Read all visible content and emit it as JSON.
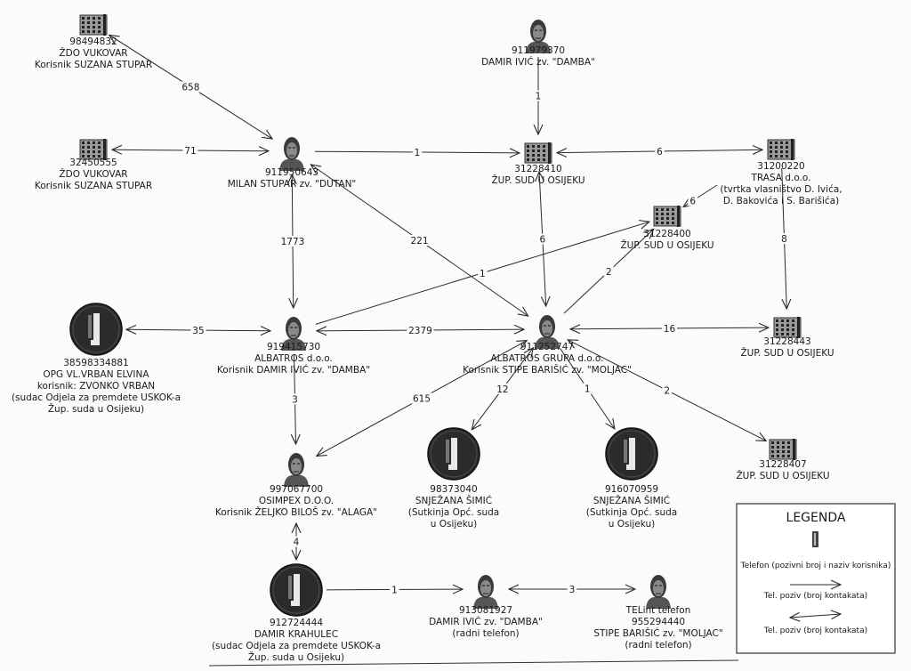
{
  "nodes": [
    {
      "id": "n1",
      "type": "building",
      "lines": [
        "98494832",
        "ŽDO VUKOVAR",
        "Korisnik SUZANA STUPAR"
      ]
    },
    {
      "id": "n2",
      "type": "building",
      "lines": [
        "32450555",
        "ŽDO VUKOVAR",
        "Korisnik SUZANA STUPAR"
      ]
    },
    {
      "id": "n3",
      "type": "person",
      "lines": [
        "911950643",
        "MILAN STUPAR zv. \"DUTAN\""
      ]
    },
    {
      "id": "n4",
      "type": "person",
      "lines": [
        "911979370",
        "DAMIR IVIĆ zv. \"DAMBA\""
      ]
    },
    {
      "id": "n5",
      "type": "building",
      "lines": [
        "31228410",
        "ŽUP. SUD U OSIJEKU"
      ]
    },
    {
      "id": "n6",
      "type": "building",
      "lines": [
        "31200220",
        "TRASA d.o.o.",
        "(tvrtka vlasništvo D. Ivića,",
        "D. Bakovića i S. Barišića)"
      ]
    },
    {
      "id": "n7",
      "type": "building",
      "lines": [
        "31228400",
        "ŽUP. SUD U OSIJEKU"
      ]
    },
    {
      "id": "n8",
      "type": "person",
      "lines": [
        "919415730",
        "ALBATROS d.o.o.",
        "Korisnik DAMIR IVIĆ zv. \"DAMBA\""
      ]
    },
    {
      "id": "n9",
      "type": "phone",
      "lines": [
        "38598334881",
        "OPG VL.VRBAN ELVINA",
        "korisnik: ZVONKO VRBAN",
        "(sudac Odjela za premdete USKOK-a",
        "Žup. suda u Osijeku)"
      ]
    },
    {
      "id": "n10",
      "type": "person",
      "lines": [
        "911252747",
        "ALBATROS GRUPA d.o.o.",
        "Korisnik STIPE BARIŠIĆ zv. \"MOLJAC\""
      ]
    },
    {
      "id": "n11",
      "type": "building",
      "lines": [
        "31228443",
        "ŽUP. SUD U OSIJEKU"
      ]
    },
    {
      "id": "n12",
      "type": "person",
      "lines": [
        "997067700",
        "OSIMPEX D.O.O.",
        "Korisnik ŽELJKO BILOŠ zv. \"ALAGA\""
      ]
    },
    {
      "id": "n13",
      "type": "phone",
      "lines": [
        "98373040",
        "SNJEŽANA ŠIMIĆ",
        "(Sutkinja Opć. suda",
        "u Osijeku)"
      ]
    },
    {
      "id": "n14",
      "type": "phone",
      "lines": [
        "916070959",
        "SNJEŽANA ŠIMIĆ",
        "(Sutkinja Opć. suda",
        "u Osijeku)"
      ]
    },
    {
      "id": "n15",
      "type": "building",
      "lines": [
        "31228407",
        "ŽUP. SUD U OSIJEKU"
      ]
    },
    {
      "id": "n16",
      "type": "phone",
      "lines": [
        "912724444",
        "DAMIR KRAHULEC",
        "(sudac Odjela za premdete USKOK-a",
        "Žup. suda u Osijeku)"
      ]
    },
    {
      "id": "n17",
      "type": "person",
      "lines": [
        "913081927",
        "DAMIR IVIĆ zv. \"DAMBA\"",
        "(radni telefon)"
      ]
    },
    {
      "id": "n18",
      "type": "person",
      "lines": [
        "TELint telefon",
        "955294440",
        "STIPE BARIŠIĆ zv. \"MOLJAC\"",
        "(radni telefon)"
      ]
    }
  ],
  "edges": [
    {
      "from": "n1",
      "to": "n3",
      "count": "658",
      "bidirectional": true
    },
    {
      "from": "n2",
      "to": "n3",
      "count": "71",
      "bidirectional": true
    },
    {
      "from": "n3",
      "to": "n5",
      "count": "1",
      "bidirectional": false
    },
    {
      "from": "n4",
      "to": "n5",
      "count": "1",
      "bidirectional": false
    },
    {
      "from": "n5",
      "to": "n6",
      "count": "6",
      "bidirectional": true
    },
    {
      "from": "n6",
      "to": "n7",
      "count": "6",
      "bidirectional": false
    },
    {
      "from": "n6",
      "to": "n11",
      "count": "8",
      "bidirectional": false
    },
    {
      "from": "n3",
      "to": "n8",
      "count": "1773",
      "bidirectional": true
    },
    {
      "from": "n3",
      "to": "n10",
      "count": "221",
      "bidirectional": true
    },
    {
      "from": "n5",
      "to": "n10",
      "count": "6",
      "bidirectional": true
    },
    {
      "from": "n8",
      "to": "n7",
      "count": "1",
      "bidirectional": false
    },
    {
      "from": "n10",
      "to": "n7",
      "count": "2",
      "bidirectional": false
    },
    {
      "from": "n9",
      "to": "n8",
      "count": "35",
      "bidirectional": true
    },
    {
      "from": "n8",
      "to": "n10",
      "count": "2379",
      "bidirectional": true
    },
    {
      "from": "n10",
      "to": "n11",
      "count": "16",
      "bidirectional": true
    },
    {
      "from": "n8",
      "to": "n12",
      "count": "3",
      "bidirectional": false
    },
    {
      "from": "n10",
      "to": "n12",
      "count": "615",
      "bidirectional": true
    },
    {
      "from": "n10",
      "to": "n13",
      "count": "12",
      "bidirectional": true
    },
    {
      "from": "n10",
      "to": "n14",
      "count": "1",
      "bidirectional": false
    },
    {
      "from": "n10",
      "to": "n15",
      "count": "2",
      "bidirectional": true
    },
    {
      "from": "n12",
      "to": "n16",
      "count": "4",
      "bidirectional": true
    },
    {
      "from": "n16",
      "to": "n17",
      "count": "1",
      "bidirectional": false
    },
    {
      "from": "n17",
      "to": "n18",
      "count": "3",
      "bidirectional": true
    }
  ],
  "legend": {
    "title": "LEGENDA",
    "phone_label": "Telefon (pozivni broj i naziv korisnika)",
    "call_label": "Tel. poziv (broj kontakata)",
    "bicall_label": "Tel. poziv (broj kontakata)"
  },
  "colors": {
    "ink": "#1a1a1a",
    "paper": "#fbfbf9",
    "icon_dark": "#2b2b2b"
  }
}
